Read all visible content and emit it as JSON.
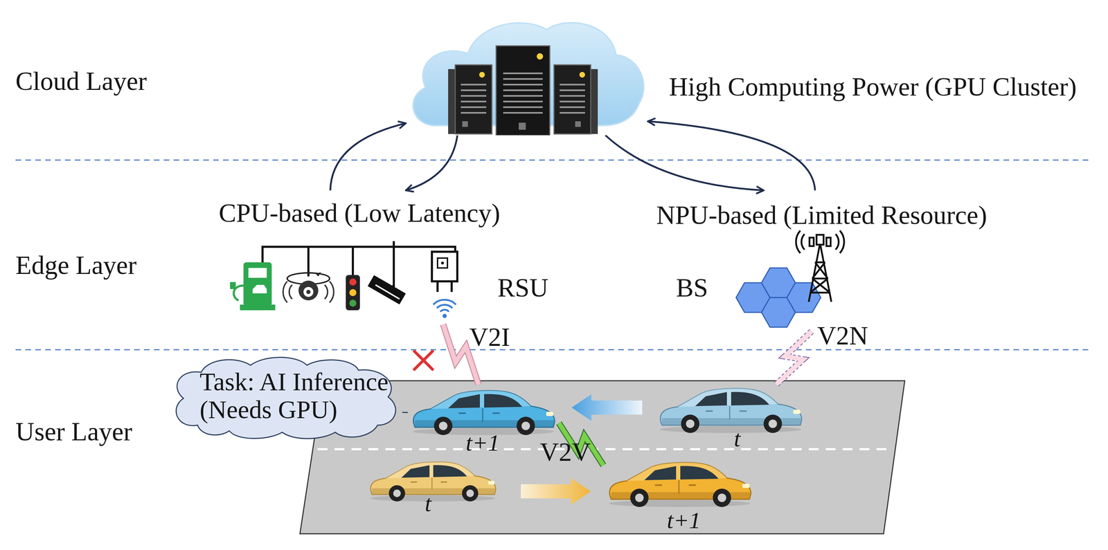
{
  "diagram": {
    "nodes": [
      {
        "text": [
          "High Computing Power (GPU Cluster)"
        ]
      },
      {
        "text": [
          "CPU-based (Low Latency)",
          "RSU"
        ]
      },
      {
        "text": [
          "NPU-based (Limited Resource)",
          "BS"
        ]
      },
      {
        "text": [
          "Task: AI Inference (Needs GPU)"
        ]
      },
      {
        "text": [
          "t+1"
        ]
      },
      {
        "text": [
          "t"
        ]
      },
      {
        "text": [
          "t"
        ]
      },
      {
        "text": [
          "t+1"
        ]
      }
    ],
    "edges": [
      {
        "from": 0,
        "to": 1,
        "arrow": "to"
      },
      {
        "from": 1,
        "to": 0,
        "arrow": "to"
      },
      {
        "from": 0,
        "to": 2,
        "arrow": "to"
      },
      {
        "from": 2,
        "to": 0,
        "arrow": "to"
      },
      {
        "from": 1,
        "to": 4,
        "label": "V2I",
        "arrow": "none"
      },
      {
        "from": 2,
        "to": 5,
        "label": "V2N",
        "arrow": "none"
      },
      {
        "from": 5,
        "to": 4,
        "arrow": "to"
      },
      {
        "from": 4,
        "to": 7,
        "label": "V2V",
        "arrow": "none"
      },
      {
        "from": 6,
        "to": 7,
        "arrow": "to"
      },
      {
        "from": 3,
        "to": 4,
        "arrow": "none"
      }
    ],
    "labels": [
      "Cloud Layer",
      "Edge Layer",
      "User Layer"
    ]
  }
}
